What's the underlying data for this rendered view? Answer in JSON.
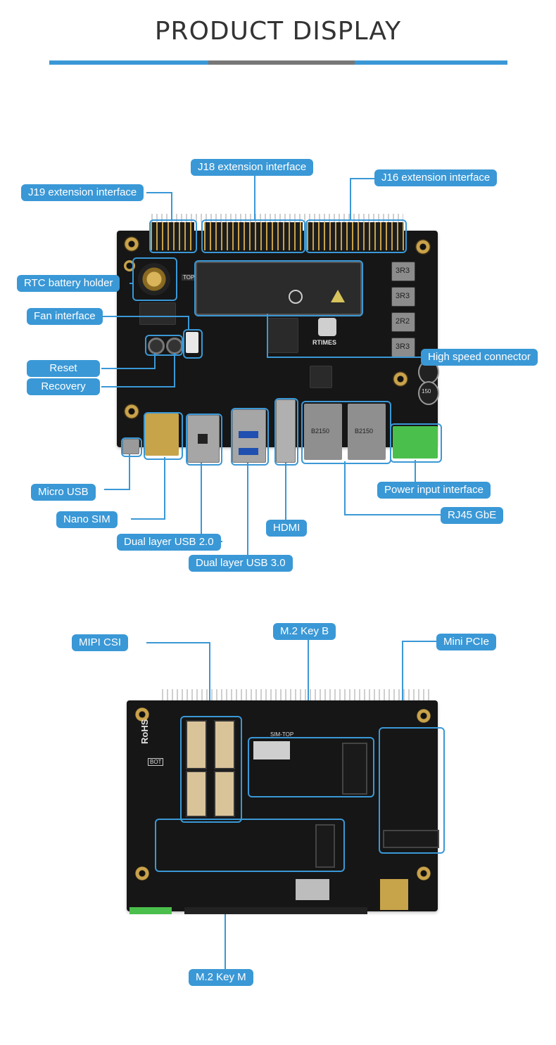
{
  "page": {
    "title": "PRODUCT DISPLAY",
    "colors": {
      "accent_blue": "#3a98d6",
      "divider_gray": "#777777",
      "board_black": "#161616",
      "terminal_green": "#4bbf4b",
      "label_text": "#ffffff"
    }
  },
  "top_view": {
    "labels": {
      "j19": "J19 extension interface",
      "j18": "J18 extension interface",
      "j16": "J16 extension interface",
      "rtc": "RTC battery holder",
      "fan": "Fan interface",
      "reset": "Reset",
      "recovery": "Recovery",
      "high_speed": "High speed connector",
      "micro_usb": "Micro USB",
      "nano_sim": "Nano SIM",
      "usb2": "Dual layer USB 2.0",
      "usb3": "Dual layer USB 3.0",
      "hdmi": "HDMI",
      "power": "Power input interface",
      "rj45": "RJ45 GbE"
    },
    "board_markings": {
      "brand": "RTIMES",
      "rj45_chip": "B2150",
      "top_mark": "TOP",
      "inductor_1": "3R3",
      "inductor_2": "3R3",
      "inductor_3": "2R2",
      "inductor_4": "3R3",
      "capacitor": "150"
    }
  },
  "bottom_view": {
    "labels": {
      "mipi": "MIPI CSI",
      "m2b": "M.2  Key B",
      "minipcie": "Mini PCIe",
      "m2m": "M.2 Key M"
    },
    "board_markings": {
      "rohs": "RoHS",
      "bot": "BOT",
      "sim_top": "SIM-TOP"
    }
  }
}
